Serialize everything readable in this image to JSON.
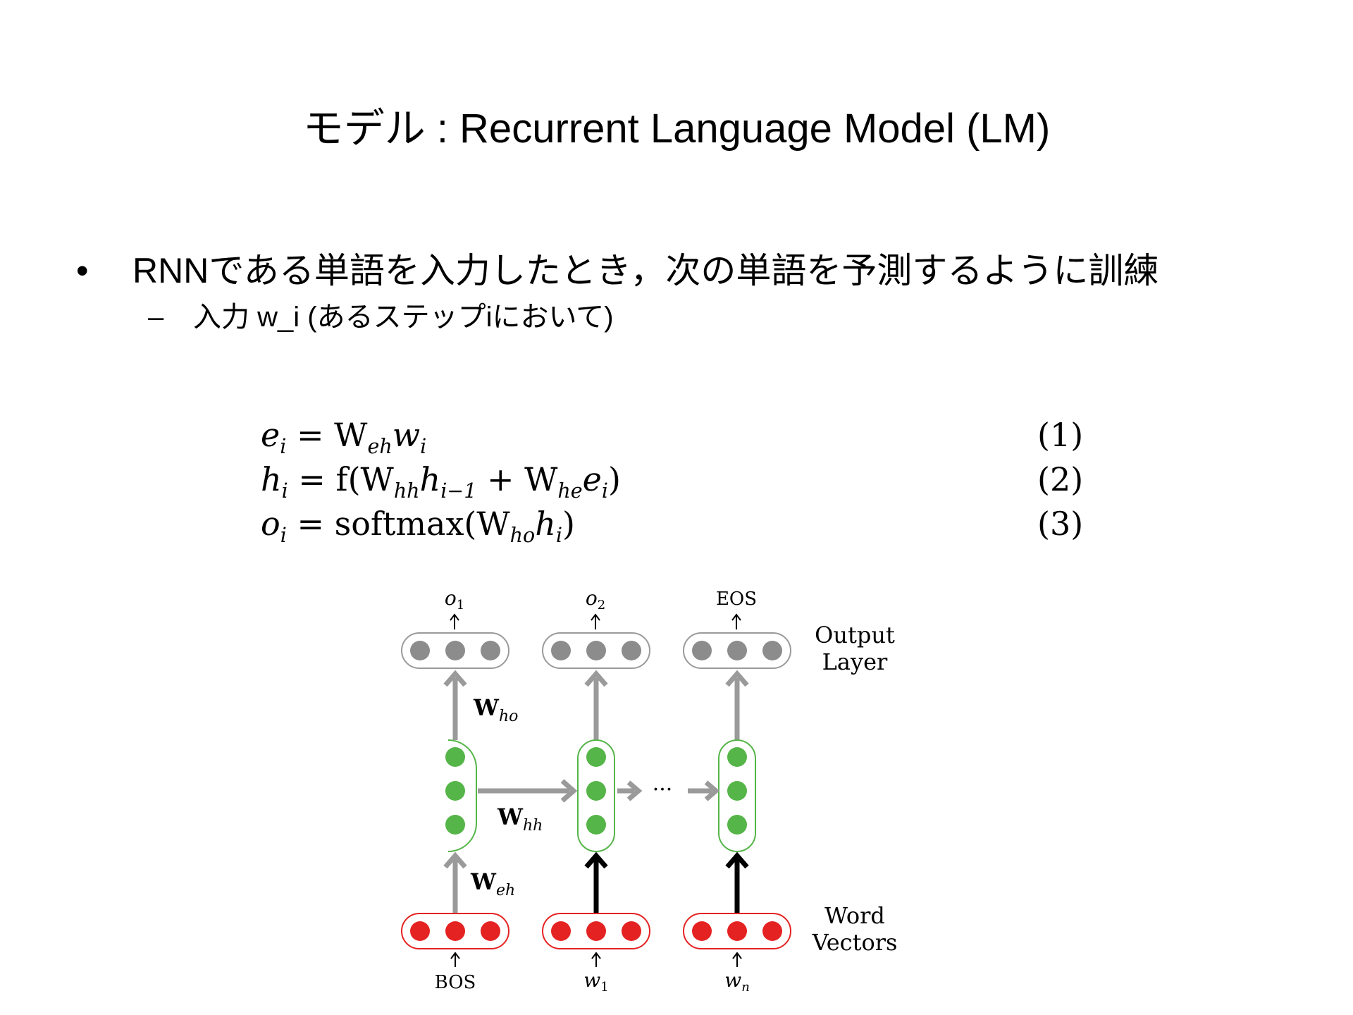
{
  "slide": {
    "title": "モデル : Recurrent Language Model (LM)",
    "bullet": "RNNである単語を入力したとき，次の単語を予測するように訓練",
    "sub_bullet": "入力 w_i (あるステップiにおいて)"
  },
  "equations": [
    {
      "lhs": "e",
      "lhs_sub": "i",
      "rhs": "= W",
      "rhs_sub": "eh",
      "rhs_tail": "w",
      "tail_sub": "i",
      "number": "(1)"
    },
    {
      "lhs": "h",
      "lhs_sub": "i",
      "rhs": "= f(W",
      "rhs_sub": "hh",
      "rhs_tail": "h",
      "tail_sub": "i−1",
      "rhs_tail2": " + W",
      "tail2_sub": "he",
      "rhs_tail3": "e",
      "tail3_sub": "i",
      "close": ")",
      "number": "(2)"
    },
    {
      "lhs": "o",
      "lhs_sub": "i",
      "rhs": "= softmax(W",
      "rhs_sub": "ho",
      "rhs_tail": "h",
      "tail_sub": "i",
      "close": ")",
      "number": "(3)"
    }
  ],
  "diagram": {
    "output_labels": [
      {
        "base": "o",
        "sub": "1"
      },
      {
        "base": "o",
        "sub": "2"
      },
      {
        "base": "EOS",
        "sub": ""
      }
    ],
    "input_labels": [
      {
        "base": "BOS",
        "sub": ""
      },
      {
        "base": "w",
        "sub": "1"
      },
      {
        "base": "w",
        "sub": "n"
      }
    ],
    "weight_labels": {
      "who": {
        "base": "W",
        "sub": "ho"
      },
      "whh": {
        "base": "W",
        "sub": "hh"
      },
      "weh": {
        "base": "W",
        "sub": "eh"
      }
    },
    "ellipsis": "···",
    "layer_labels": {
      "output_line1": "Output",
      "output_line2": "Layer",
      "word_line1": "Word",
      "word_line2": "Vectors"
    },
    "colors": {
      "output_node": "#8c8c8c",
      "hidden_node": "#55b548",
      "hidden_outline": "#55b548",
      "input_node": "#e52222",
      "input_outline": "#e52222",
      "output_outline": "#9a9a9a",
      "gray_arrow": "#9a9a9a",
      "black_arrow": "#000000"
    }
  }
}
